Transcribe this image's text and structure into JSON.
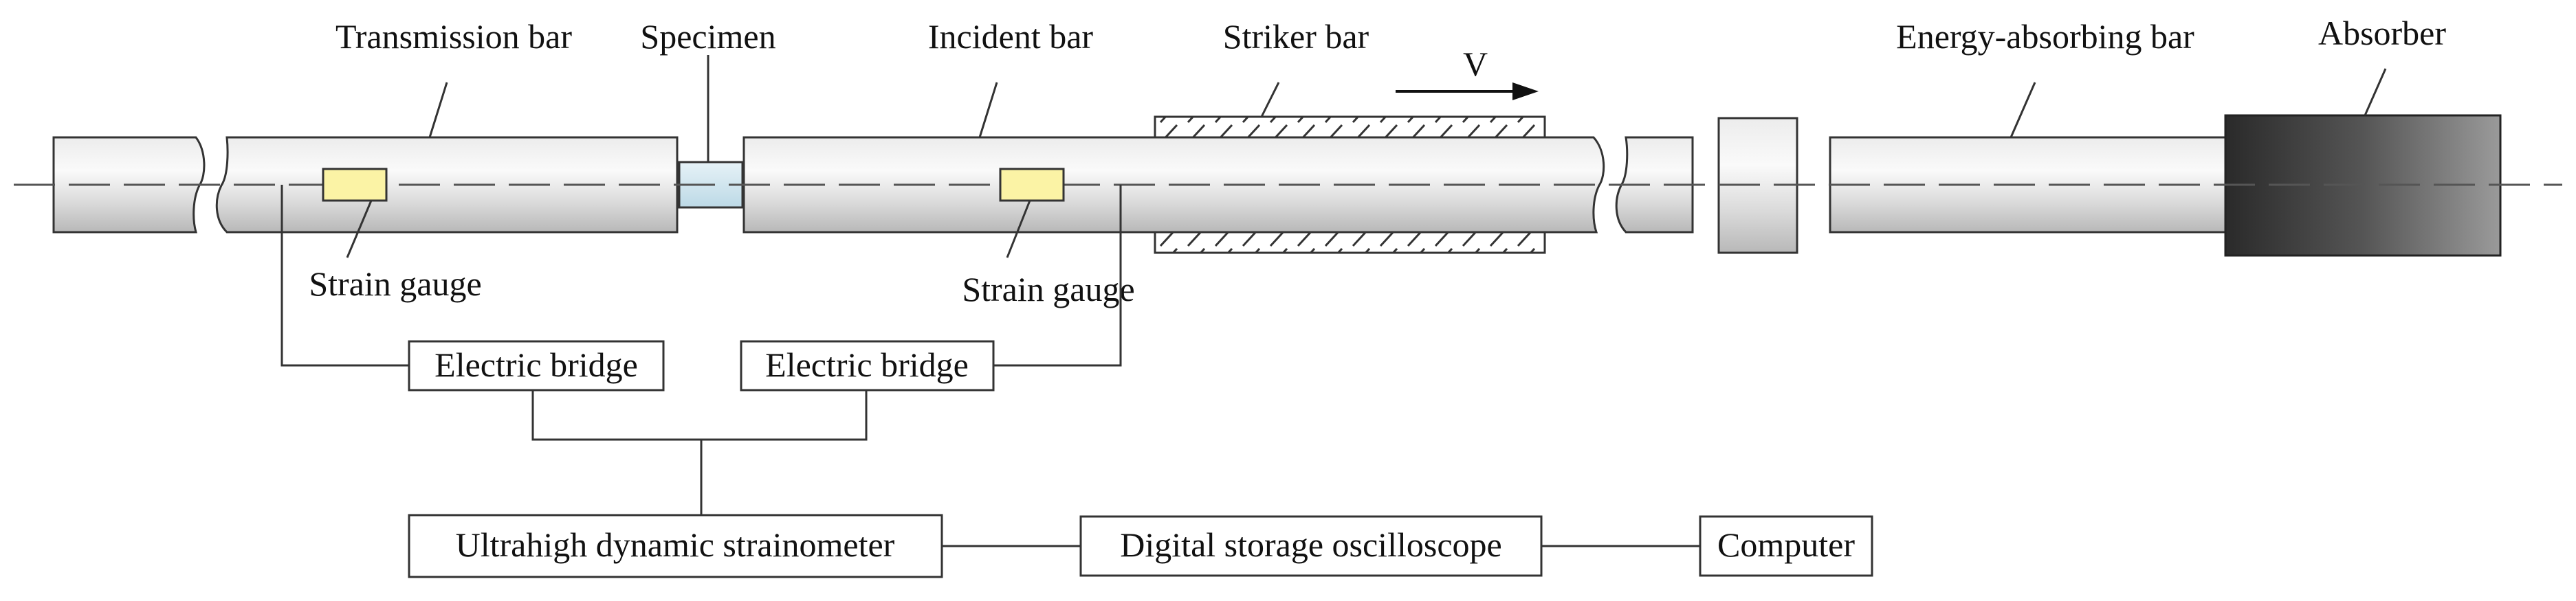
{
  "labels": {
    "transmission_bar": "Transmission bar",
    "specimen": "Specimen",
    "incident_bar": "Incident bar",
    "striker_bar": "Striker bar",
    "velocity": "V",
    "energy_absorbing_bar": "Energy-absorbing bar",
    "absorber": "Absorber",
    "strain_gauge_left": "Strain gauge",
    "strain_gauge_right": "Strain gauge"
  },
  "boxes": {
    "electric_bridge_left": "Electric bridge",
    "electric_bridge_right": "Electric bridge",
    "strainometer": "Ultrahigh dynamic strainometer",
    "oscilloscope": "Digital storage oscilloscope",
    "computer": "Computer"
  },
  "colors": {
    "bar_light": "#f6f6f6",
    "bar_dark": "#bdbdbd",
    "specimen": "#d4e8f0",
    "strain_gauge": "#fbf3a5",
    "absorber_dark": "#3a3a3a",
    "absorber_light": "#8a8a8a",
    "stroke": "#333333"
  }
}
